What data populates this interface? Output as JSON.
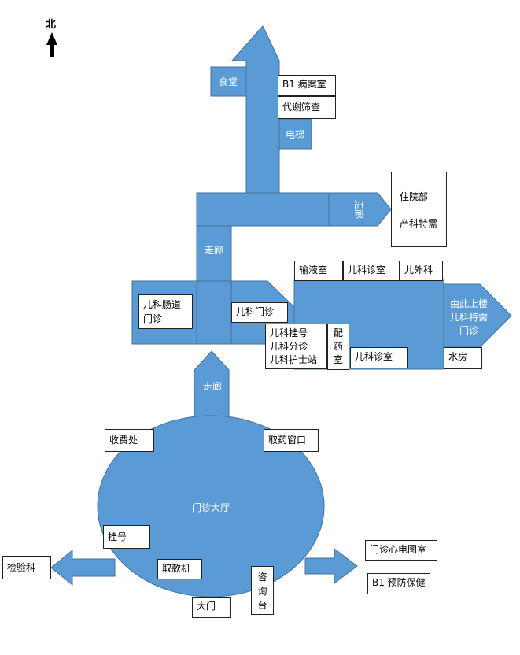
{
  "compass": {
    "label": "北"
  },
  "colors": {
    "fill": "#5b9bd5",
    "stroke": "#41719c",
    "box_border": "#222222"
  },
  "map": {
    "canteen": "食堂",
    "records_room": "B1 病案室",
    "metabolic_screening": "代谢筛查",
    "elevator": "电梯",
    "corridor_east": "走廊",
    "inpatient": "住院部",
    "obstetrics_special": "产科特需",
    "corridor_mid": "走廊",
    "infusion_room": "输液室",
    "pediatric_clinic_top": "儿科诊室",
    "pediatric_surgery": "儿外科",
    "upstairs_line1": "由此上楼",
    "upstairs_line2": "儿科特需",
    "upstairs_line3": "门诊",
    "gi_clinic_line1": "儿科肠道",
    "gi_clinic_line2": "门诊",
    "pediatric_outpatient": "儿科门诊",
    "ped_registration": "儿科挂号",
    "ped_triage": "儿科分诊",
    "ped_nurse_station": "儿科护士站",
    "pharmacy_1": "配",
    "pharmacy_2": "药",
    "pharmacy_3": "室",
    "pediatric_clinic_bottom": "儿科诊室",
    "water_room": "水房",
    "corridor_south": "走廊",
    "cashier": "收费处",
    "medicine_pickup": "取药窗口",
    "hall": "门诊大厅",
    "registration": "挂号",
    "lab": "检验科",
    "atm": "取款机",
    "main_gate": "大门",
    "info_1": "咨",
    "info_2": "询",
    "info_3": "台",
    "ecg_room": "门诊心电图室",
    "preventive_care": "B1 预防保健"
  }
}
